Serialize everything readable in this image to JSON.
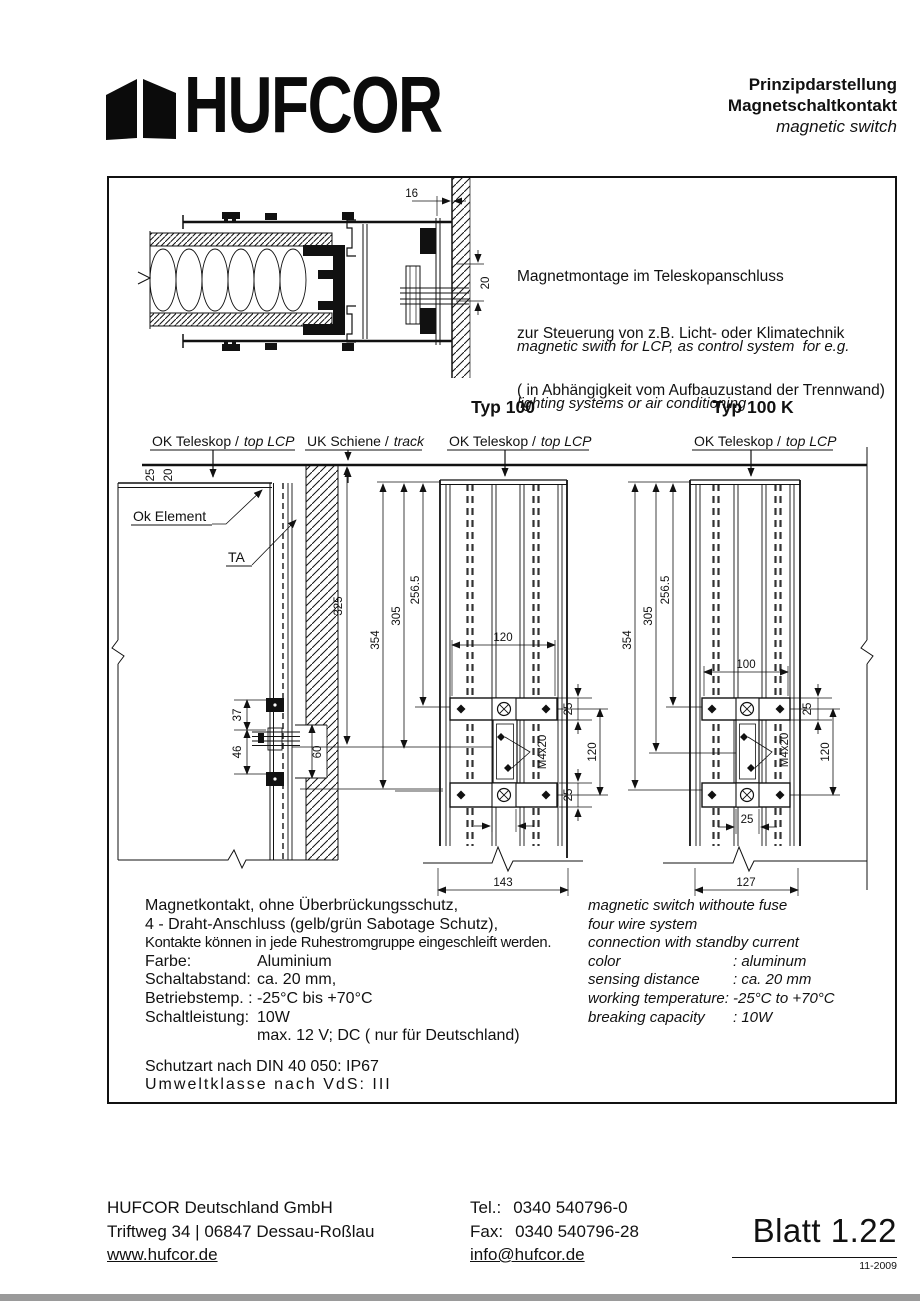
{
  "header": {
    "logo_text": "HUFCOR",
    "title_line1": "Prinzipdarstellung",
    "title_line2": "Magnetschaltkontakt",
    "title_line3": "magnetic switch"
  },
  "top_drawing": {
    "note_de1": "Magnetmontage im Teleskopanschluss",
    "note_de2": "zur Steuerung von z.B. Licht- oder Klimatechnik",
    "note_de3": "( in Abhängigkeit vom Aufbauzustand der Trennwand)",
    "note_en1": "magnetic swith for LCP, as control system  for e.g.",
    "note_en2": "lighting systems or air conditioning"
  },
  "labels": {
    "ok_teleskop": "OK Teleskop /",
    "top_lcp": "top LCP",
    "uk_schiene": "UK Schiene /",
    "track": "track",
    "ok_element": "Ok Element",
    "ta": "TA",
    "typ100": "Typ 100",
    "typ100k": "Typ 100 K"
  },
  "dims": {
    "d16": "16",
    "d20": "20",
    "d25": "25",
    "d37": "37",
    "d46": "46",
    "d60": "60",
    "d100": "100",
    "d120": "120",
    "d127": "127",
    "d143": "143",
    "d256": "256.5",
    "d305": "305",
    "d325": "325",
    "d354": "354",
    "m4x20": "M4x20"
  },
  "specs_de": {
    "line1": "Magnetkontakt, ohne Überbrückungsschutz,",
    "line2": "4 - Draht-Anschluss (gelb/grün Sabotage Schutz),",
    "line3": "Kontakte können in jede Ruhestromgruppe eingeschleift werden.",
    "rows": [
      {
        "label": "Farbe:",
        "value": "Aluminium"
      },
      {
        "label": "Schaltabstand:",
        "value": "ca. 20 mm,"
      },
      {
        "label": "Betriebstemp. :",
        "value": "-25°C bis +70°C"
      },
      {
        "label": "Schaltleistung:",
        "value": "10W"
      },
      {
        "label": "",
        "value": "max. 12 V; DC ( nur für Deutschland)"
      }
    ],
    "line4": "Schutzart nach DIN 40 050: IP67",
    "line5": "Umweltklasse nach VdS: III"
  },
  "specs_en": {
    "line1": "magnetic switch withoute fuse",
    "line2": "four wire system",
    "line3": "connection with standby current",
    "rows": [
      {
        "label": "color",
        "value": ": aluminum"
      },
      {
        "label": "sensing distance",
        "value": ": ca. 20 mm"
      },
      {
        "label": "working temperature:",
        "value": "-25°C to +70°C"
      },
      {
        "label": "breaking capacity",
        "value": ": 10W"
      }
    ]
  },
  "footer": {
    "company": "HUFCOR Deutschland GmbH",
    "address": "Triftweg 34 | 06847 Dessau-Roßlau",
    "website": "www.hufcor.de",
    "tel_label": "Tel.:",
    "tel": "0340 540796-0",
    "fax_label": "Fax:",
    "fax": "0340 540796-28",
    "email": "info@hufcor.de",
    "sheet": "Blatt 1.22",
    "date": "11-2009"
  }
}
